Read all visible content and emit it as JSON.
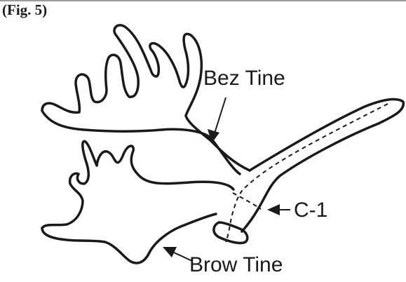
{
  "figure": {
    "label": "(Fig. 5)"
  },
  "callouts": {
    "bez_tine": "Bez Tine",
    "c1": "C-1",
    "brow_tine": "Brow Tine"
  },
  "style": {
    "line_color": "#1a1a1a",
    "background": "#ffffff"
  }
}
